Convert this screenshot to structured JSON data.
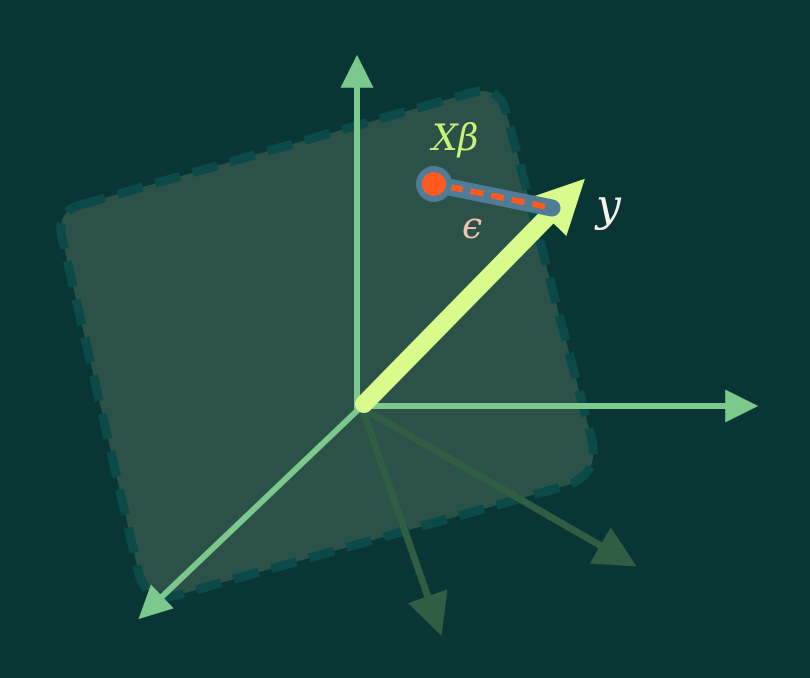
{
  "diagram": {
    "labels": {
      "prediction": "Xβ",
      "observation": "y",
      "residual": "ϵ"
    },
    "colors": {
      "background": "#093534",
      "plane_fill": "#2b5148",
      "plane_border": "#0b4a48",
      "axis": "#7cc98d",
      "axis_faded": "#2f5e44",
      "y_vector": "#d9fb8c",
      "residual_line": "#ff5a1f",
      "residual_halo": "#4f7c96",
      "prediction_point": "#ff5a1f",
      "prediction_label": "#c8f27a",
      "residual_label": "#f3c2b0",
      "y_label": "#f6f1e9"
    },
    "icons": {
      "prediction_point": "orange-circle-icon"
    }
  }
}
